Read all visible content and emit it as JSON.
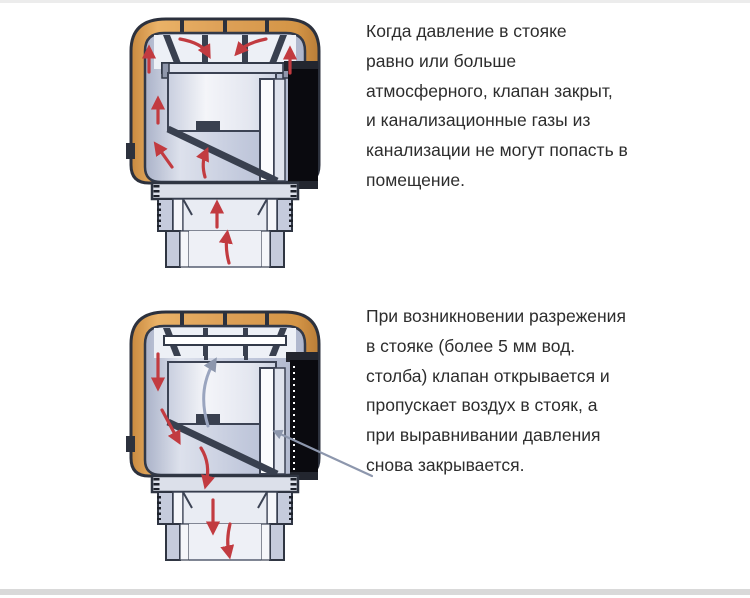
{
  "figure": {
    "title_none": "",
    "panels": [
      {
        "id": "valve-closed",
        "state": "closed",
        "caption_lines": [
          "Когда давление в стояке",
          "равно или больше",
          "атмосферного, клапан закрыт,",
          "и канализационные газы из",
          "канализации не могут попасть в",
          "помещение."
        ],
        "arrows": "red-sewer-gas-upward-blocked"
      },
      {
        "id": "valve-open",
        "state": "open",
        "caption_lines": [
          "При возникновении разрежения",
          "в стояке (более 5 мм вод.",
          "столба) клапан открывается и",
          "пропускает воздух в стояк, а",
          "при выравнивании давления",
          "снова закрывается."
        ],
        "arrows": "red-air-downward-blue-air-intake"
      }
    ],
    "colors": {
      "cap_orange": "#dda057",
      "cap_orange_dark": "#c8893f",
      "body_gray": "#c3cadd",
      "body_light": "#eef0f6",
      "outline_dark": "#2c313d",
      "membrane_black": "#0a0a0f",
      "arrow_red": "#c23b40",
      "arrow_blue": "#8d97ad",
      "text": "#2d2d2d"
    }
  }
}
